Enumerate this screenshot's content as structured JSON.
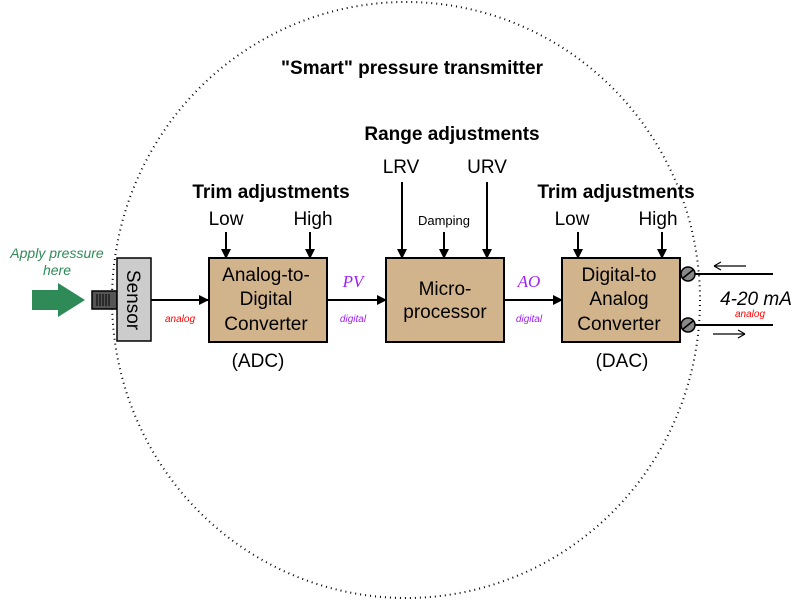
{
  "title": "\"Smart\" pressure transmitter",
  "input": {
    "label_line1": "Apply pressure",
    "label_line2": "here"
  },
  "sensor": {
    "label": "Sensor",
    "signal_type": "analog"
  },
  "adc": {
    "trim_heading": "Trim adjustments",
    "low": "Low",
    "high": "High",
    "line1": "Analog-to-",
    "line2": "Digital",
    "line3": "Converter",
    "abbr": "(ADC)"
  },
  "pv": {
    "label": "PV",
    "signal_type": "digital"
  },
  "micro": {
    "range_heading": "Range adjustments",
    "lrv": "LRV",
    "urv": "URV",
    "damping": "Damping",
    "line1": "Micro-",
    "line2": "processor"
  },
  "ao": {
    "label": "AO",
    "signal_type": "digital"
  },
  "dac": {
    "trim_heading": "Trim adjustments",
    "low": "Low",
    "high": "High",
    "line1": "Digital-to",
    "line2": "Analog",
    "line3": "Converter",
    "abbr": "(DAC)"
  },
  "output": {
    "label": "4-20 mA",
    "signal_type": "analog"
  },
  "colors": {
    "box": "#d2b48c",
    "arrow_green": "#2e8b57",
    "digital": "#a020f0",
    "analog": "#ff0000"
  }
}
